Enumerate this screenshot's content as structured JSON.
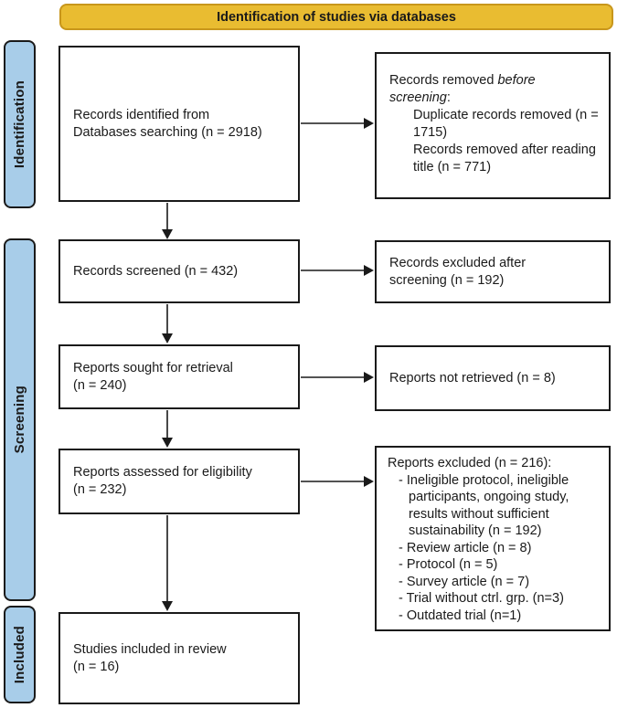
{
  "title": "Identification of studies via databases",
  "colors": {
    "header_bg": "#e9bc31",
    "header_border": "#c8961b",
    "stage_bg": "#a8cde9",
    "border": "#1a1a1a",
    "arrow": "#1a1a1a"
  },
  "stages": [
    {
      "label": "Identification"
    },
    {
      "label": "Screening"
    },
    {
      "label": "Included"
    }
  ],
  "main_boxes": [
    {
      "lines": [
        "Records identified from",
        "Databases searching (n = 2918)"
      ]
    },
    {
      "lines": [
        "Records screened (n = 432)"
      ]
    },
    {
      "lines": [
        "Reports sought for retrieval",
        "(n = 240)"
      ]
    },
    {
      "lines": [
        "Reports assessed for eligibility",
        "(n = 232)"
      ]
    },
    {
      "lines": [
        "Studies included in review",
        "(n = 16)"
      ]
    }
  ],
  "side_boxes": [
    {
      "intro_normal": "Records removed ",
      "intro_italic": "before screening",
      "intro_suffix": ":",
      "items": [
        "Duplicate records removed (n = 1715)",
        "Records removed after reading title (n = 771)"
      ]
    },
    {
      "lines": [
        "Records excluded after",
        "screening (n = 192)"
      ]
    },
    {
      "lines": [
        "Reports not retrieved (n = 8)"
      ]
    },
    {
      "heading": "Reports excluded (n = 216):",
      "items": [
        "- Ineligible protocol, ineligible participants, ongoing study, results without sufficient sustainability (n = 192)",
        "- Review article (n = 8)",
        "- Protocol (n = 5)",
        "- Survey article (n = 7)",
        "- Trial without ctrl. grp. (n=3)",
        "- Outdated trial (n=1)"
      ]
    }
  ]
}
